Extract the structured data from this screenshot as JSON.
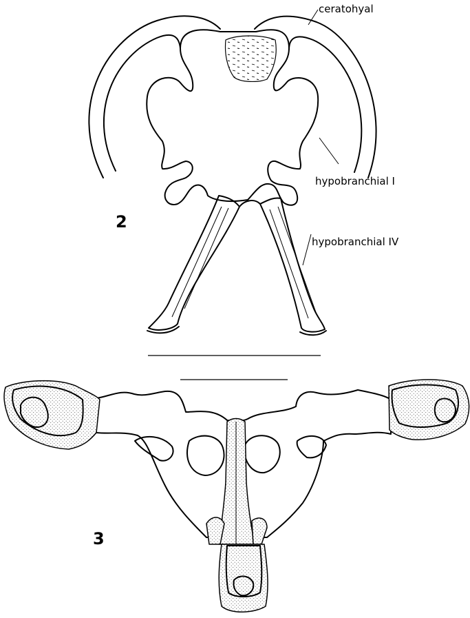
{
  "figure_2": {
    "number": "2",
    "labels": {
      "ceratohyal": "ceratohyal",
      "hypobranchial_1": "hypobranchial I",
      "hypobranchial_4": "hypobranchial IV"
    }
  },
  "figure_3": {
    "number": "3"
  }
}
